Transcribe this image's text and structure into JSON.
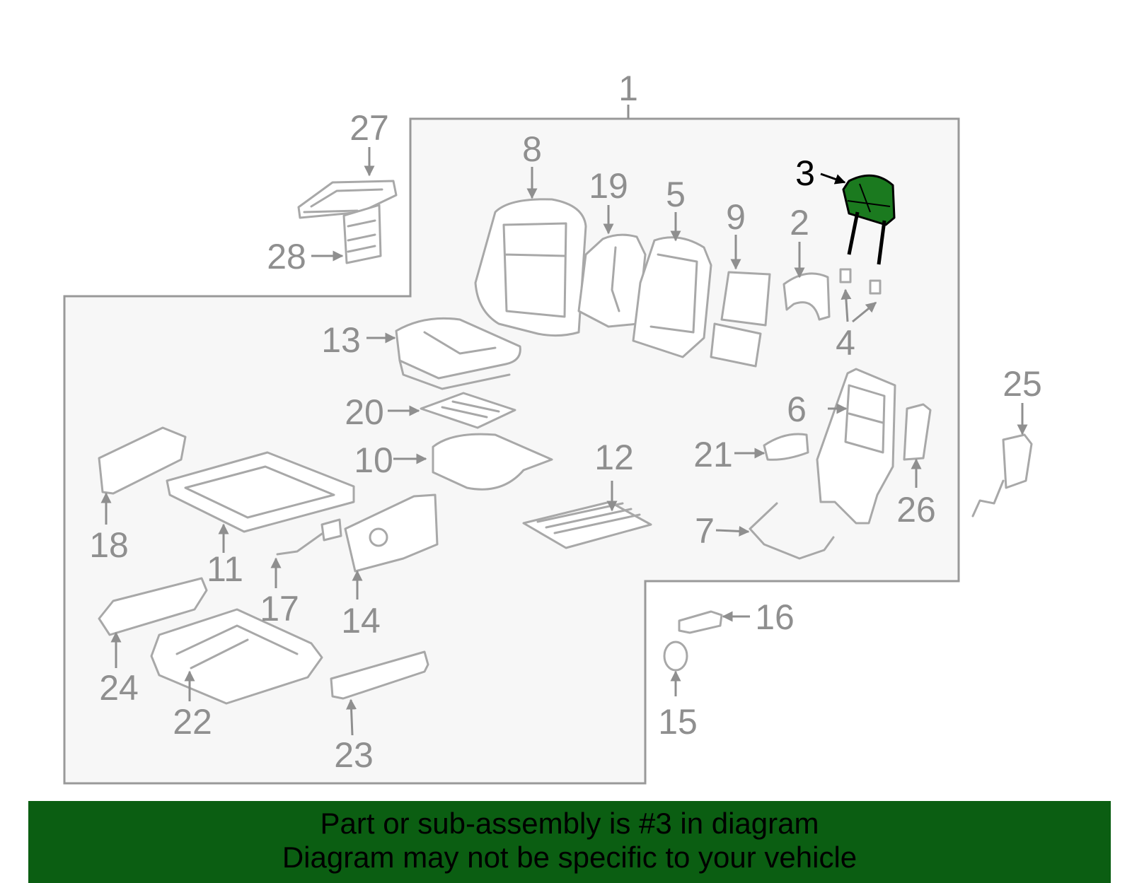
{
  "colors": {
    "highlight_part": "#1b7a1f",
    "banner": "#0b5e12",
    "outline": "#a8a8a8",
    "callout_text": "#8f8f8f",
    "background_panel": "#f7f7f7"
  },
  "callouts": {
    "c1": "1",
    "c2": "2",
    "c3": "3",
    "c4": "4",
    "c5": "5",
    "c6": "6",
    "c7": "7",
    "c8": "8",
    "c9": "9",
    "c10": "10",
    "c11": "11",
    "c12": "12",
    "c13": "13",
    "c14": "14",
    "c15": "15",
    "c16": "16",
    "c17": "17",
    "c18": "18",
    "c19": "19",
    "c20": "20",
    "c21": "21",
    "c22": "22",
    "c23": "23",
    "c24": "24",
    "c25": "25",
    "c26": "26",
    "c27": "27",
    "c28": "28"
  },
  "highlighted_callout": "3",
  "banner": {
    "line1": "Part or sub-assembly is #3 in diagram",
    "line2": "Diagram may not be specific to your vehicle"
  }
}
